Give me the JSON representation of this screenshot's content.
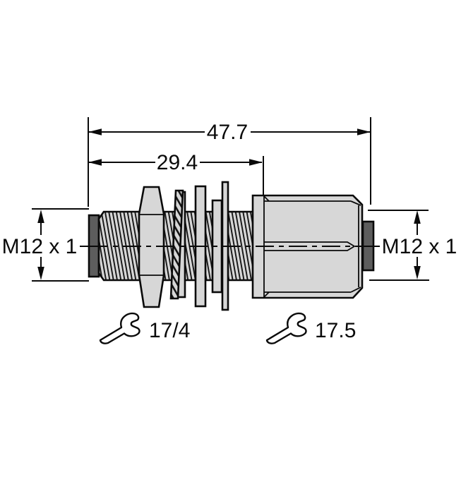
{
  "dimensions": {
    "overall_length": "47.7",
    "thread_length": "29.4"
  },
  "labels": {
    "left_thread": "M12 x 1",
    "right_thread": "M12 x 1",
    "wrench_left": "17/4",
    "wrench_right": "17.5"
  },
  "icons": {
    "left": "wrench-icon",
    "right": "wrench-icon"
  },
  "colors": {
    "line": "#0a0a0a",
    "part_fill": "#d7d7d7",
    "thread_fill": "#d6d6d6",
    "connector_face": "#5d5d5d",
    "background": "#ffffff"
  }
}
